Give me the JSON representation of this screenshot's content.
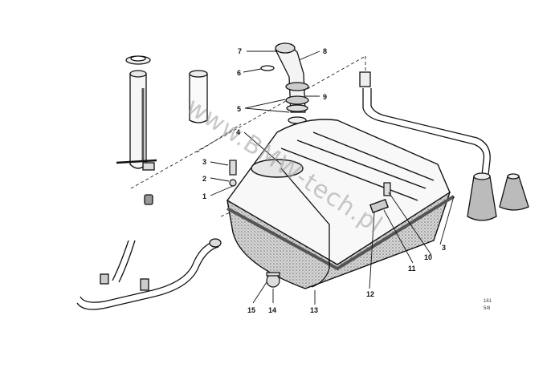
{
  "watermark": "www.BMW-tech.pl",
  "diagram_code": {
    "line1": "161",
    "line2": "5/8"
  },
  "callouts": {
    "c1": "1",
    "c2": "2",
    "c3": "3",
    "c3b": "3",
    "c4": "4",
    "c5": "5",
    "c6": "6",
    "c7": "7",
    "c8": "8",
    "c9": "9",
    "c10": "10",
    "c11": "11",
    "c12": "12",
    "c13": "13",
    "c14": "14",
    "c15": "15"
  }
}
